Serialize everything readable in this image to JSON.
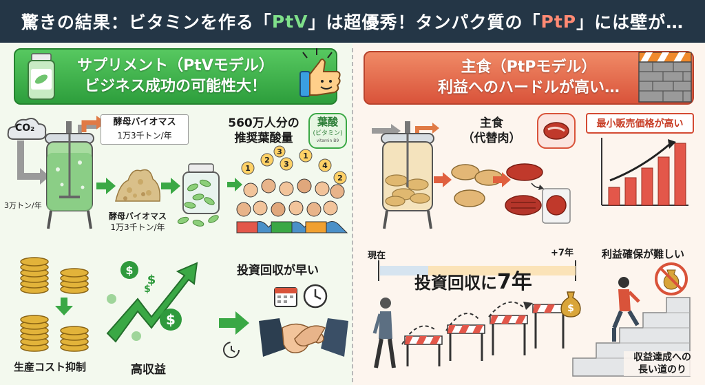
{
  "title": {
    "part1": "驚きの結果：ビタミンを作る「",
    "highlight1": "PtV",
    "part2": "」は超優秀！タンパク質の「",
    "highlight2": "PtP",
    "part3": "」には壁が…"
  },
  "left": {
    "banner_line1": "サプリメント（PtVモデル）",
    "banner_line2": "ビジネス成功の可能性大！",
    "co2_label": "CO₂",
    "input_amount": "3万トン/年",
    "biomass_box_line1": "酵母バイオマス",
    "biomass_box_line2": "1万3千トン/年",
    "biomass_under_line1": "酵母バイオマス",
    "biomass_under_line2": "1万3千トン/年",
    "people_line1": "560万人分の",
    "people_line2": "推奨葉酸量",
    "folate_badge_main": "葉酸",
    "folate_badge_sub": "(ビタミン)",
    "folate_badge_tiny": "vitamin B9",
    "people_numbers": [
      "1",
      "2",
      "3",
      "1",
      "4",
      "2",
      "3"
    ],
    "cost_label": "生産コスト抑制",
    "profit_label": "高収益",
    "roi_label": "投資回収が早い",
    "dollar_symbol": "$"
  },
  "right": {
    "banner_line1": "主食（PtPモデル）",
    "banner_line2": "利益へのハードルが高い…",
    "staple_line1": "主食",
    "staple_line2": "（代替肉）",
    "price_badge": "最小販売価格が高い",
    "now_label": "現在",
    "plus7_label": "+7年",
    "roi_years_text": "投資回収に",
    "roi_years_number": "7年",
    "profit_hard_label": "利益確保が難しい",
    "long_road_line1": "収益達成への",
    "long_road_line2": "長い道のり",
    "dollar_symbol": "$"
  },
  "colors": {
    "title_bg": "#243646",
    "green": "#3aa845",
    "red": "#d9533a",
    "left_bg": "#f3f9ee",
    "right_bg": "#fdf5ee"
  }
}
